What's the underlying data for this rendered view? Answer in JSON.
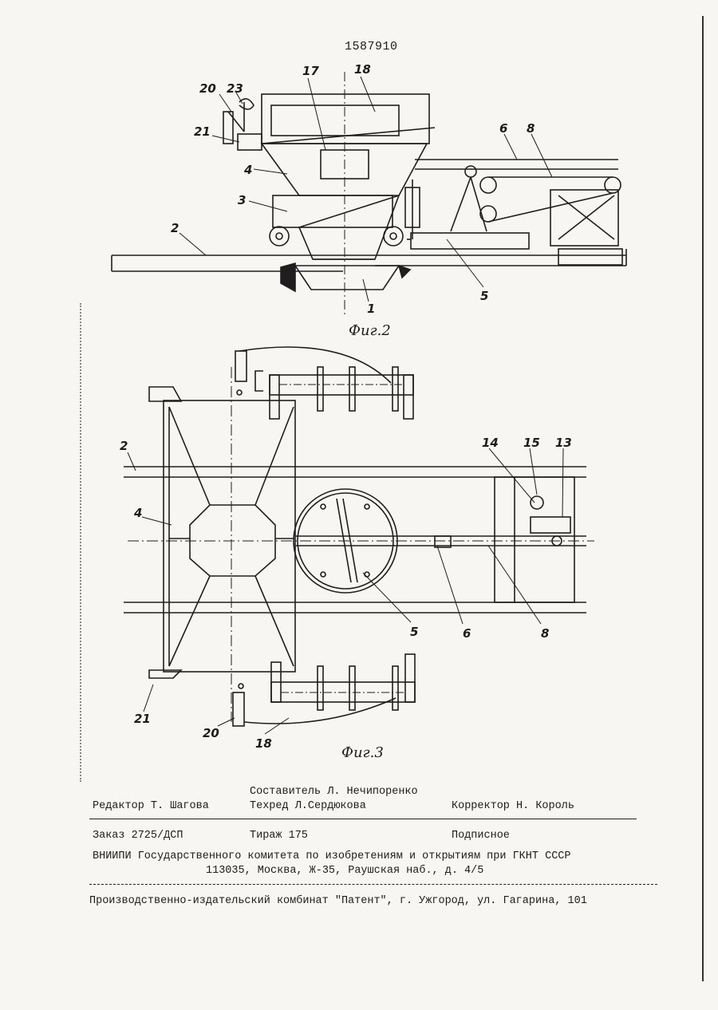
{
  "patent_number": "1587910",
  "figures": [
    {
      "caption": "Фиг.2"
    },
    {
      "caption": "Фиг.3"
    }
  ],
  "fig2_labels": [
    "20",
    "23",
    "17",
    "18",
    "21",
    "4",
    "3",
    "2",
    "6",
    "8",
    "5",
    "1"
  ],
  "fig3_labels": [
    "2",
    "4",
    "14",
    "15",
    "13",
    "5",
    "6",
    "8",
    "21",
    "20",
    "18"
  ],
  "imprint": {
    "compiler": "Составитель Л. Нечипоренко",
    "editor": "Редактор Т. Шагова",
    "techred": "Техред Л.Сердюкова",
    "corrector": "Корректор Н. Король",
    "order": "Заказ  2725/ДСП",
    "circulation": "Тираж 175",
    "subscription": "Подписное",
    "institute": "ВНИИПИ Государственного комитета по изобретениям и открытиям при ГКНТ СССР",
    "address": "113035, Москва, Ж-35, Раушская наб., д. 4/5",
    "publisher": "Производственно-издательский комбинат \"Патент\", г. Ужгород, ул. Гагарина, 101"
  }
}
